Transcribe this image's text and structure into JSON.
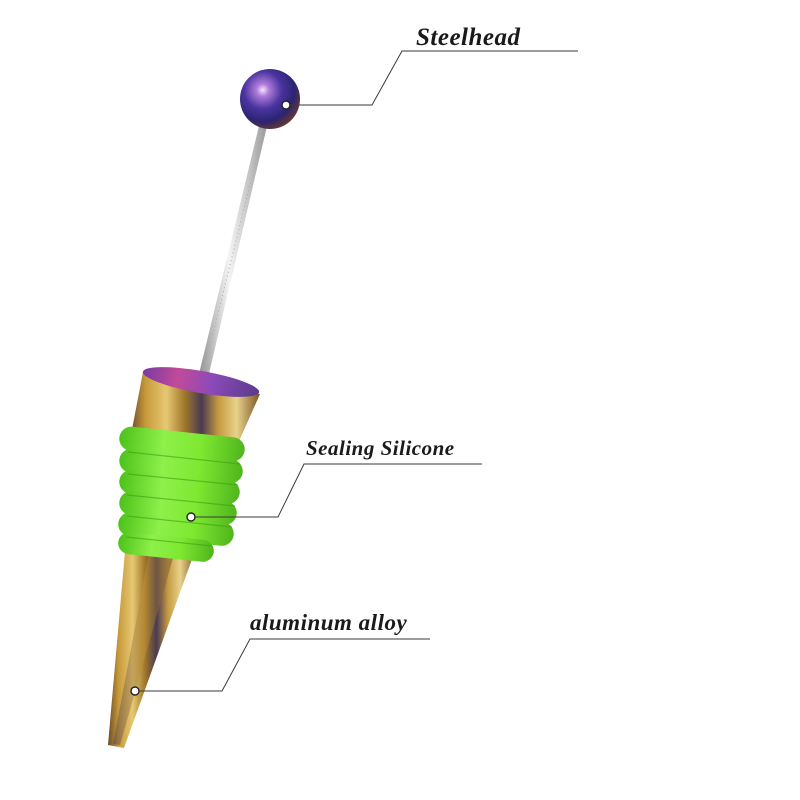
{
  "callouts": [
    {
      "label": "Steelhead"
    },
    {
      "label": "Sealing Silicone"
    },
    {
      "label": "aluminum alloy"
    }
  ],
  "colors": {
    "silicone": "#7ee831",
    "rainbow_gold": "#c9a030",
    "rainbow_purple": "#8a3aa8",
    "ball_blue": "#3b2f8f",
    "rod": "#cfcfcf",
    "leader_line": "#3a3a3a"
  }
}
